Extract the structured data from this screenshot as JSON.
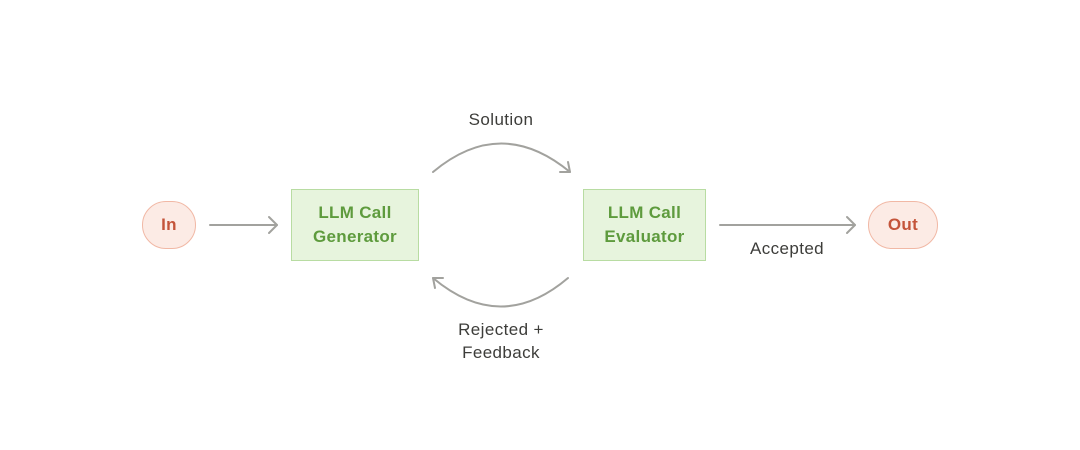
{
  "nodes": {
    "input": {
      "label": "In"
    },
    "generator": {
      "line1": "LLM Call",
      "line2": "Generator"
    },
    "evaluator": {
      "line1": "LLM Call",
      "line2": "Evaluator"
    },
    "output": {
      "label": "Out"
    }
  },
  "edges": {
    "solution": {
      "label": "Solution"
    },
    "rejected": {
      "line1": "Rejected +",
      "line2": "Feedback"
    },
    "accepted": {
      "label": "Accepted"
    }
  },
  "colors": {
    "terminal_fill": "#fcebe5",
    "terminal_border": "#f1b8a5",
    "terminal_text": "#c4543a",
    "llm_fill": "#e7f4dd",
    "llm_border": "#b8dca2",
    "llm_text": "#5e9b3d",
    "arrow": "#a2a29e",
    "label_text": "#3d3d3a",
    "background": "#ffffff"
  }
}
